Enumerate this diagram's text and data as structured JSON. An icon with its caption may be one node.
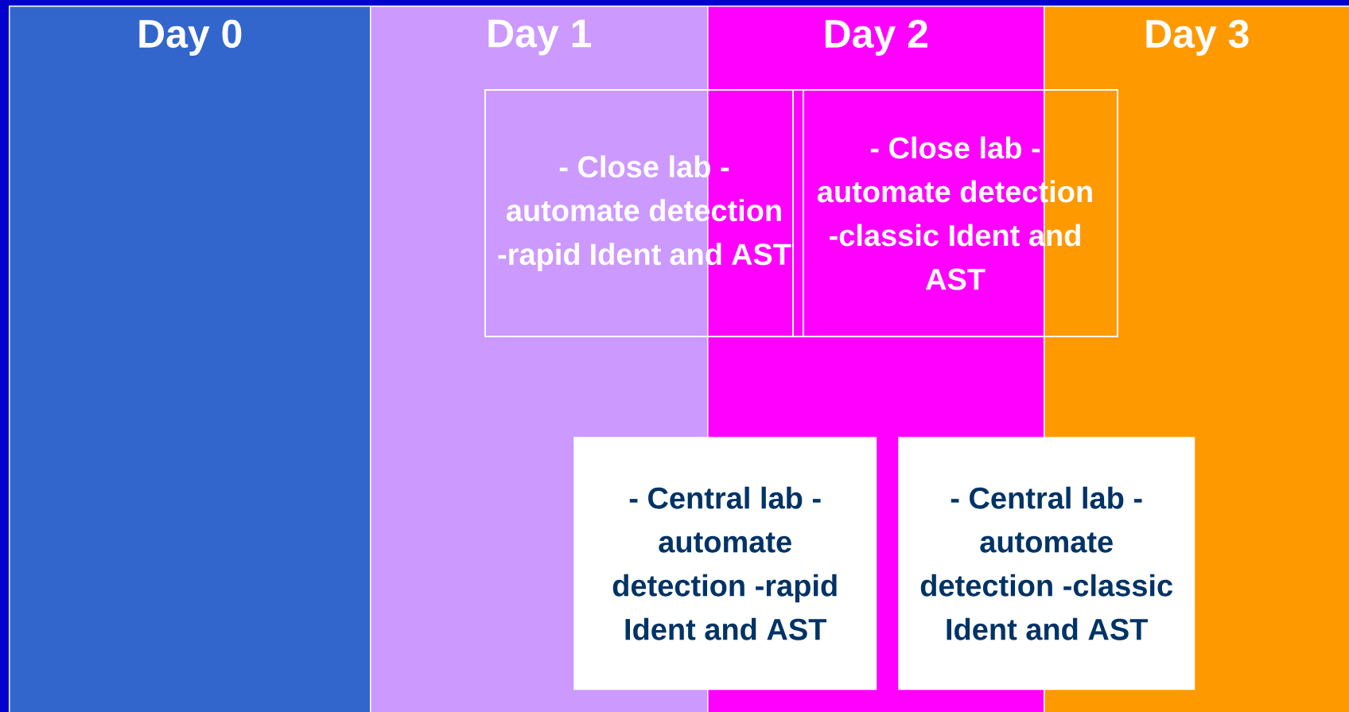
{
  "diagram": {
    "nodes": [
      {
        "text": [
          "Day 0"
        ]
      },
      {
        "text": [
          "Day 1"
        ]
      },
      {
        "text": [
          "Day 2"
        ]
      },
      {
        "text": [
          "Day 3"
        ]
      },
      {
        "text": [
          "- Close lab - automate detection -rapid Ident and AST"
        ]
      },
      {
        "text": [
          "- Close lab - automate detection -classic Ident and AST"
        ]
      },
      {
        "text": [
          "- Central lab - automate detection -rapid Ident and AST"
        ]
      },
      {
        "text": [
          "- Central lab - automate detection -classic Ident and AST"
        ]
      }
    ],
    "edges": []
  }
}
